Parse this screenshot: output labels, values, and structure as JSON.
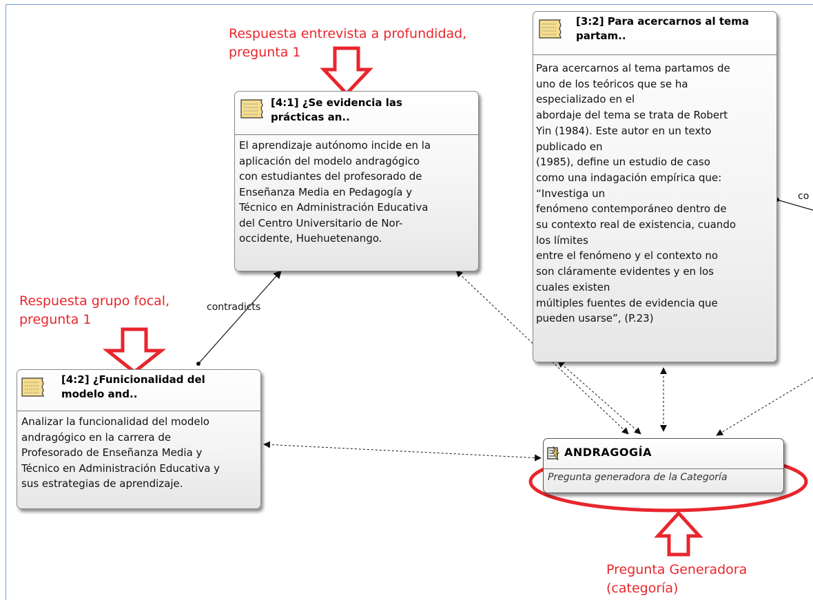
{
  "annotations": {
    "interview": "Respuesta entrevista a profundidad,\npregunta 1",
    "focal_group": "Respuesta grupo focal,\npregunta 1",
    "generator": "Pregunta Generadora\n(categoría)"
  },
  "nodes": {
    "quote_4_1": {
      "title": "[4:1] ¿Se evidencia las\nprácticas an..",
      "body": "El aprendizaje autónomo  incide en la\naplicación del modelo andragógico\ncon estudiantes del profesorado de\nEnseñanza Media en Pedagogía y\nTécnico en Administración Educativa\ndel Centro Universitario de Nor-\noccidente, Huehuetenango."
    },
    "quote_3_2": {
      "title": "[3:2] Para acercarnos al tema\npartam..",
      "body": "Para acercarnos al tema partamos de\nuno de los teóricos que se ha\nespecializado en el\nabordaje del tema se trata de Robert\nYin (1984). Este autor en un texto\npublicado en\n(1985), define un estudio de caso\ncomo una indagación empírica que:\n“Investiga un\nfenómeno contemporáneo dentro de\nsu contexto real de existencia, cuando\nlos límites\nentre el fenómeno y el contexto no\nson cláramente evidentes y en los\ncuales existen\nmúltiples fuentes de evidencia que\npueden usarse”, (P.23)"
    },
    "quote_4_2": {
      "title": "[4:2] ¿Funicionalidad del\nmodelo and..",
      "body": "Analizar la funcionalidad del modelo\nandragógico en la carrera de\nProfesorado de Enseñanza Media y\nTécnico en Administración Educativa y\nsus estrategias de aprendizaje."
    },
    "code_andragogia": {
      "title": "ANDRAGOGÍA",
      "comment": "Pregunta generadora de la Categoría"
    }
  },
  "edges": {
    "contradicts_label": "contradicts",
    "partial_label": "co"
  },
  "colors": {
    "annotation": "#e8262c",
    "frame": "#6fa0d8",
    "doc_icon_fill": "#f5dd8c"
  }
}
